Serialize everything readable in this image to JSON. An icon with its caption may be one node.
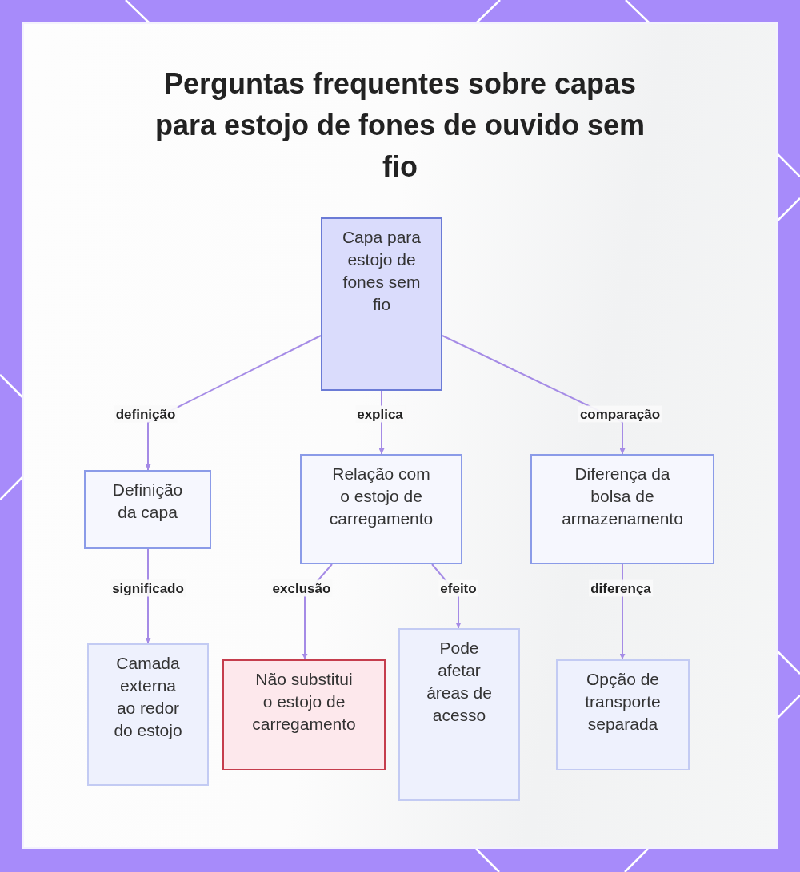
{
  "diagram": {
    "title": "Perguntas frequentes sobre capas para estojo de fones de ouvido sem fio",
    "nodes": [
      {
        "text": [
          "Capa para estojo de fones sem fio"
        ]
      },
      {
        "text": [
          "Definição da capa"
        ]
      },
      {
        "text": [
          "Relação com o estojo de carregamento"
        ]
      },
      {
        "text": [
          "Diferença da bolsa de armazenamento"
        ]
      },
      {
        "text": [
          "Camada externa ao redor do estojo"
        ]
      },
      {
        "text": [
          "Não substitui o estojo de carregamento"
        ]
      },
      {
        "text": [
          "Pode afetar áreas de acesso"
        ]
      },
      {
        "text": [
          "Opção de transporte separada"
        ]
      }
    ],
    "edges": [
      {
        "from": 0,
        "to": 1,
        "arrow": "to",
        "label": "definição"
      },
      {
        "from": 0,
        "to": 2,
        "arrow": "to",
        "label": "explica"
      },
      {
        "from": 0,
        "to": 3,
        "arrow": "to",
        "label": "comparação"
      },
      {
        "from": 1,
        "to": 4,
        "arrow": "to",
        "label": "significado"
      },
      {
        "from": 2,
        "to": 5,
        "arrow": "to",
        "label": "exclusão"
      },
      {
        "from": 2,
        "to": 6,
        "arrow": "to",
        "label": "efeito"
      },
      {
        "from": 3,
        "to": 7,
        "arrow": "to",
        "label": "diferença"
      }
    ]
  }
}
